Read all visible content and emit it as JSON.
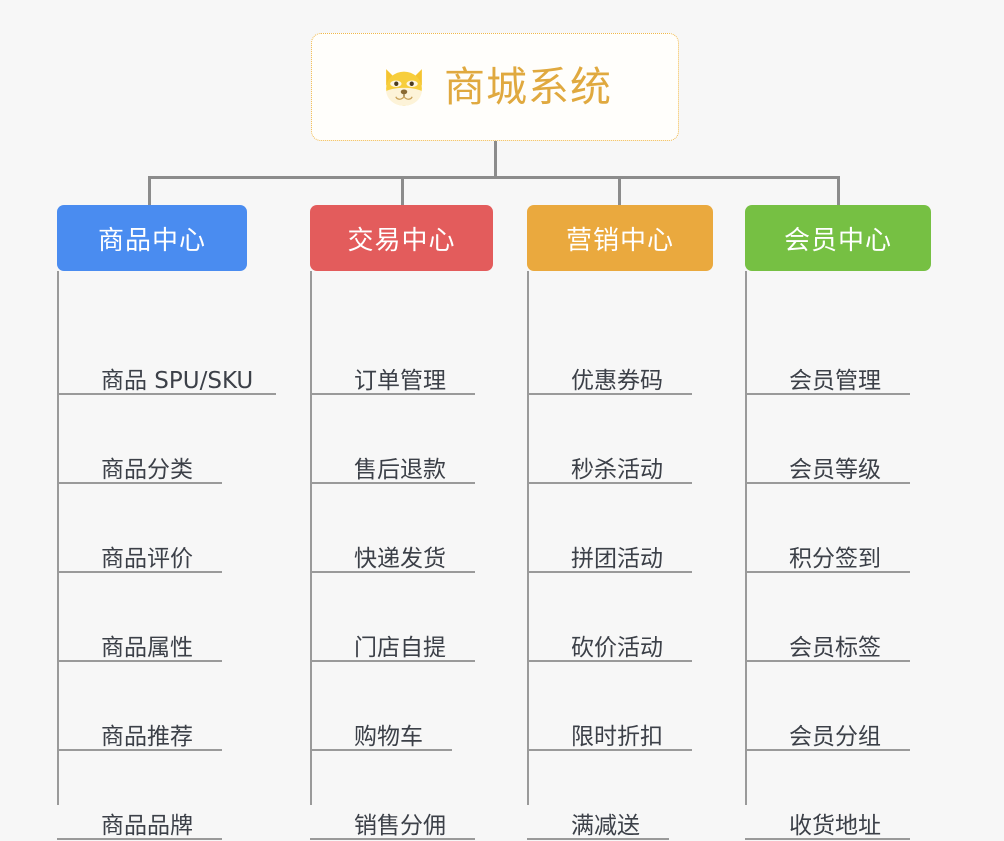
{
  "root": {
    "title": "商城系统",
    "icon": "shiba-dog-face-icon",
    "title_color": "#e0a93f",
    "border_color": "#f0b84a"
  },
  "connector_color": "#8c8c8c",
  "columns": [
    {
      "id": "product-center",
      "label": "商品中心",
      "color": "#4a8cf0",
      "items": [
        "商品 SPU/SKU",
        "商品分类",
        "商品评价",
        "商品属性",
        "商品推荐",
        "商品品牌"
      ]
    },
    {
      "id": "trade-center",
      "label": "交易中心",
      "color": "#e35c5c",
      "items": [
        "订单管理",
        "售后退款",
        "快递发货",
        "门店自提",
        "购物车",
        "销售分佣"
      ]
    },
    {
      "id": "marketing-center",
      "label": "营销中心",
      "color": "#eaa93e",
      "items": [
        "优惠券码",
        "秒杀活动",
        "拼团活动",
        "砍价活动",
        "限时折扣",
        "满减送"
      ]
    },
    {
      "id": "member-center",
      "label": "会员中心",
      "color": "#76c043",
      "items": [
        "会员管理",
        "会员等级",
        "积分签到",
        "会员标签",
        "会员分组",
        "收货地址"
      ]
    }
  ]
}
